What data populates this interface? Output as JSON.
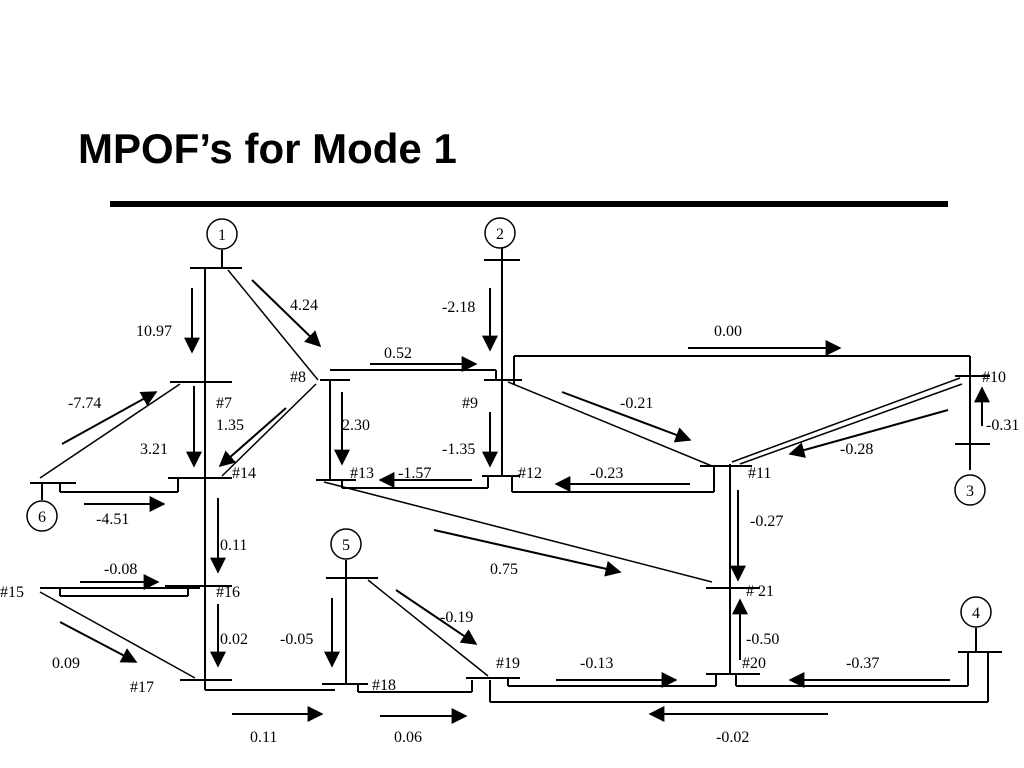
{
  "title": "MPOF’s for Mode 1",
  "generators": [
    "1",
    "2",
    "3",
    "4",
    "5",
    "6"
  ],
  "buses": [
    "#7",
    "#8",
    "#9",
    "#10",
    "#11",
    "#12",
    "#13",
    "#14",
    "#15",
    "#16",
    "#17",
    "#18",
    "#19",
    "#20",
    "# 21"
  ],
  "flows": [
    "10.97",
    "4.24",
    "-7.74",
    "1.35",
    "3.21",
    "-4.51",
    "0.52",
    "2.30",
    "-2.18",
    "-1.35",
    "-1.57",
    "0.00",
    "-0.21",
    "-0.23",
    "-0.28",
    "-0.31",
    "-0.27",
    "0.75",
    "0.11",
    "-0.08",
    "0.02",
    "0.09",
    "-0.05",
    "-0.19",
    "0.11",
    "0.06",
    "-0.13",
    "-0.50",
    "-0.37",
    "-0.02"
  ]
}
